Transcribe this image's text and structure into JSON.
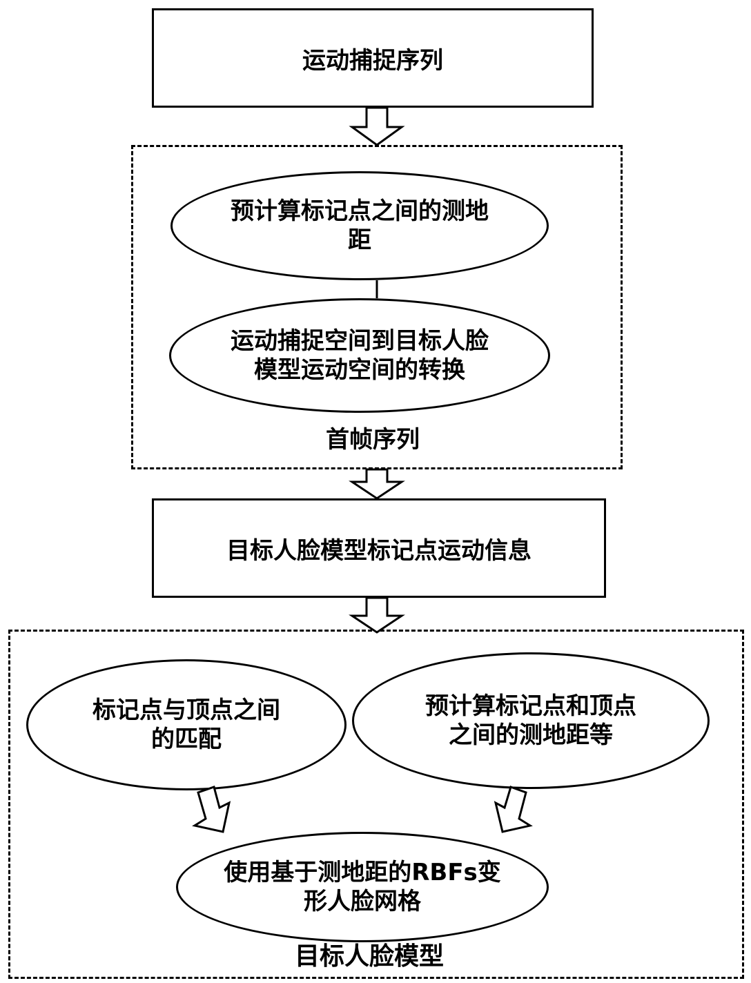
{
  "nodes": {
    "motion_capture_sequence": "运动捕捉序列",
    "precompute_marker_geodesic": [
      "预计算标记点之间的测地",
      "距"
    ],
    "space_transform": [
      "运动捕捉空间到目标人脸",
      "模型运动空间的转换"
    ],
    "first_frame_label": "首帧序列",
    "target_marker_motion": "目标人脸模型标记点运动信息",
    "marker_vertex_match": [
      "标记点与顶点之间",
      "的匹配"
    ],
    "precompute_marker_vertex": [
      "预计算标记点和顶点",
      "之间的测地距等"
    ],
    "rbf_deform": [
      "使用基于测地距的RBFs变",
      "形人脸网格"
    ],
    "target_face_label": "目标人脸模型"
  }
}
